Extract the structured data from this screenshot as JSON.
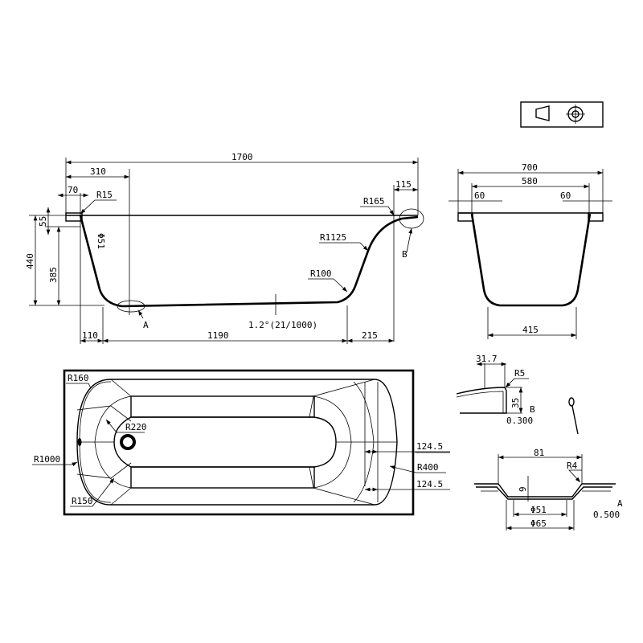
{
  "drawing": {
    "symbols": {
      "projection_icon": "first-angle-projection-icon"
    },
    "side_view": {
      "overall_length": "1700",
      "left_offset": "310",
      "rim_left": "70",
      "rim_radius": "R15",
      "right_rim": "115",
      "right_radius": "R165",
      "wall_radius": "R1125",
      "bottom_radius": "R100",
      "overflow_dia": "Φ51",
      "rim_thickness": "55",
      "total_height": "440",
      "inner_depth": "385",
      "slope": "1.2°(21/1000)",
      "bottom_left": "110",
      "bottom_length": "1190",
      "bottom_right": "215",
      "detail_a": "A",
      "detail_b": "B"
    },
    "end_view": {
      "overall_width": "700",
      "inner_width": "580",
      "rim_left": "60",
      "rim_right": "60",
      "bottom_width": "415"
    },
    "plan_view": {
      "corner_radius": "R160",
      "end_radius": "R1000",
      "inner_radius": "R220",
      "lower_radius": "R150",
      "offset_top": "124.5",
      "head_radius": "R400",
      "offset_bottom": "124.5"
    },
    "detail_b": {
      "width": "31.7",
      "radius": "R5",
      "height": "35",
      "label": "B",
      "scale": "0.300"
    },
    "detail_a": {
      "width": "81",
      "radius": "R4",
      "depth": "9",
      "inner_dia": "Φ51",
      "outer_dia": "Φ65",
      "label": "A",
      "scale": "0.500"
    }
  }
}
